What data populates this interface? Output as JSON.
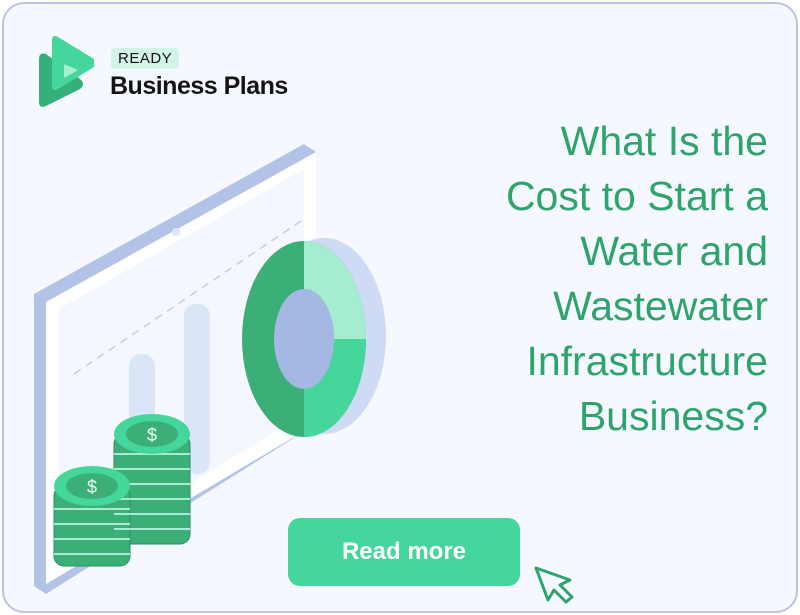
{
  "brand": {
    "badge": "READY",
    "name": "Business Plans"
  },
  "headline": {
    "lines": [
      "What Is the",
      "Cost to Start a",
      "Water and",
      "Wastewater",
      "Infrastructure",
      "Business?"
    ]
  },
  "cta": {
    "label": "Read more"
  },
  "colors": {
    "accent": "#44d69a",
    "title": "#2ea46c",
    "background": "#f5f8fe",
    "border": "#b9c6de"
  },
  "icons": [
    "logo-play-icon",
    "cursor-arrow-icon",
    "dollar-coin-icon"
  ]
}
